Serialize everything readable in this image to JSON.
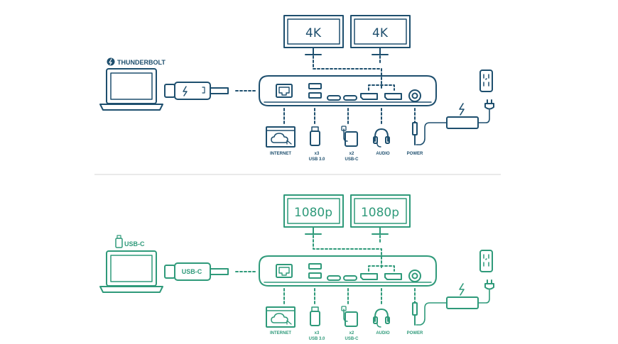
{
  "colors": {
    "top": "#1e4f6e",
    "bottom": "#2f9a7a",
    "divider": "#d3d3d3",
    "background": "#ffffff"
  },
  "top_diagram": {
    "laptop_label": "THUNDERBOLT",
    "laptop_icon": "thunderbolt-icon",
    "cable_label": "",
    "cable_icon": "thunderbolt-icon",
    "monitor_1": "4K",
    "monitor_2": "4K",
    "ports": {
      "internet": "INTERNET",
      "usb_count": "x3",
      "usb": "USB 3.0",
      "usbc_count": "x2",
      "usbc": "USB-C",
      "audio": "AUDIO",
      "power": "POWER"
    }
  },
  "bottom_diagram": {
    "laptop_label": "USB-C",
    "laptop_icon": "usb-c-icon",
    "cable_label": "USB-C",
    "monitor_1": "1080p",
    "monitor_2": "1080p",
    "ports": {
      "internet": "INTERNET",
      "usb_count": "x3",
      "usb": "USB 3.0",
      "usbc_count": "x2",
      "usbc": "USB-C",
      "audio": "AUDIO",
      "power": "POWER"
    }
  }
}
